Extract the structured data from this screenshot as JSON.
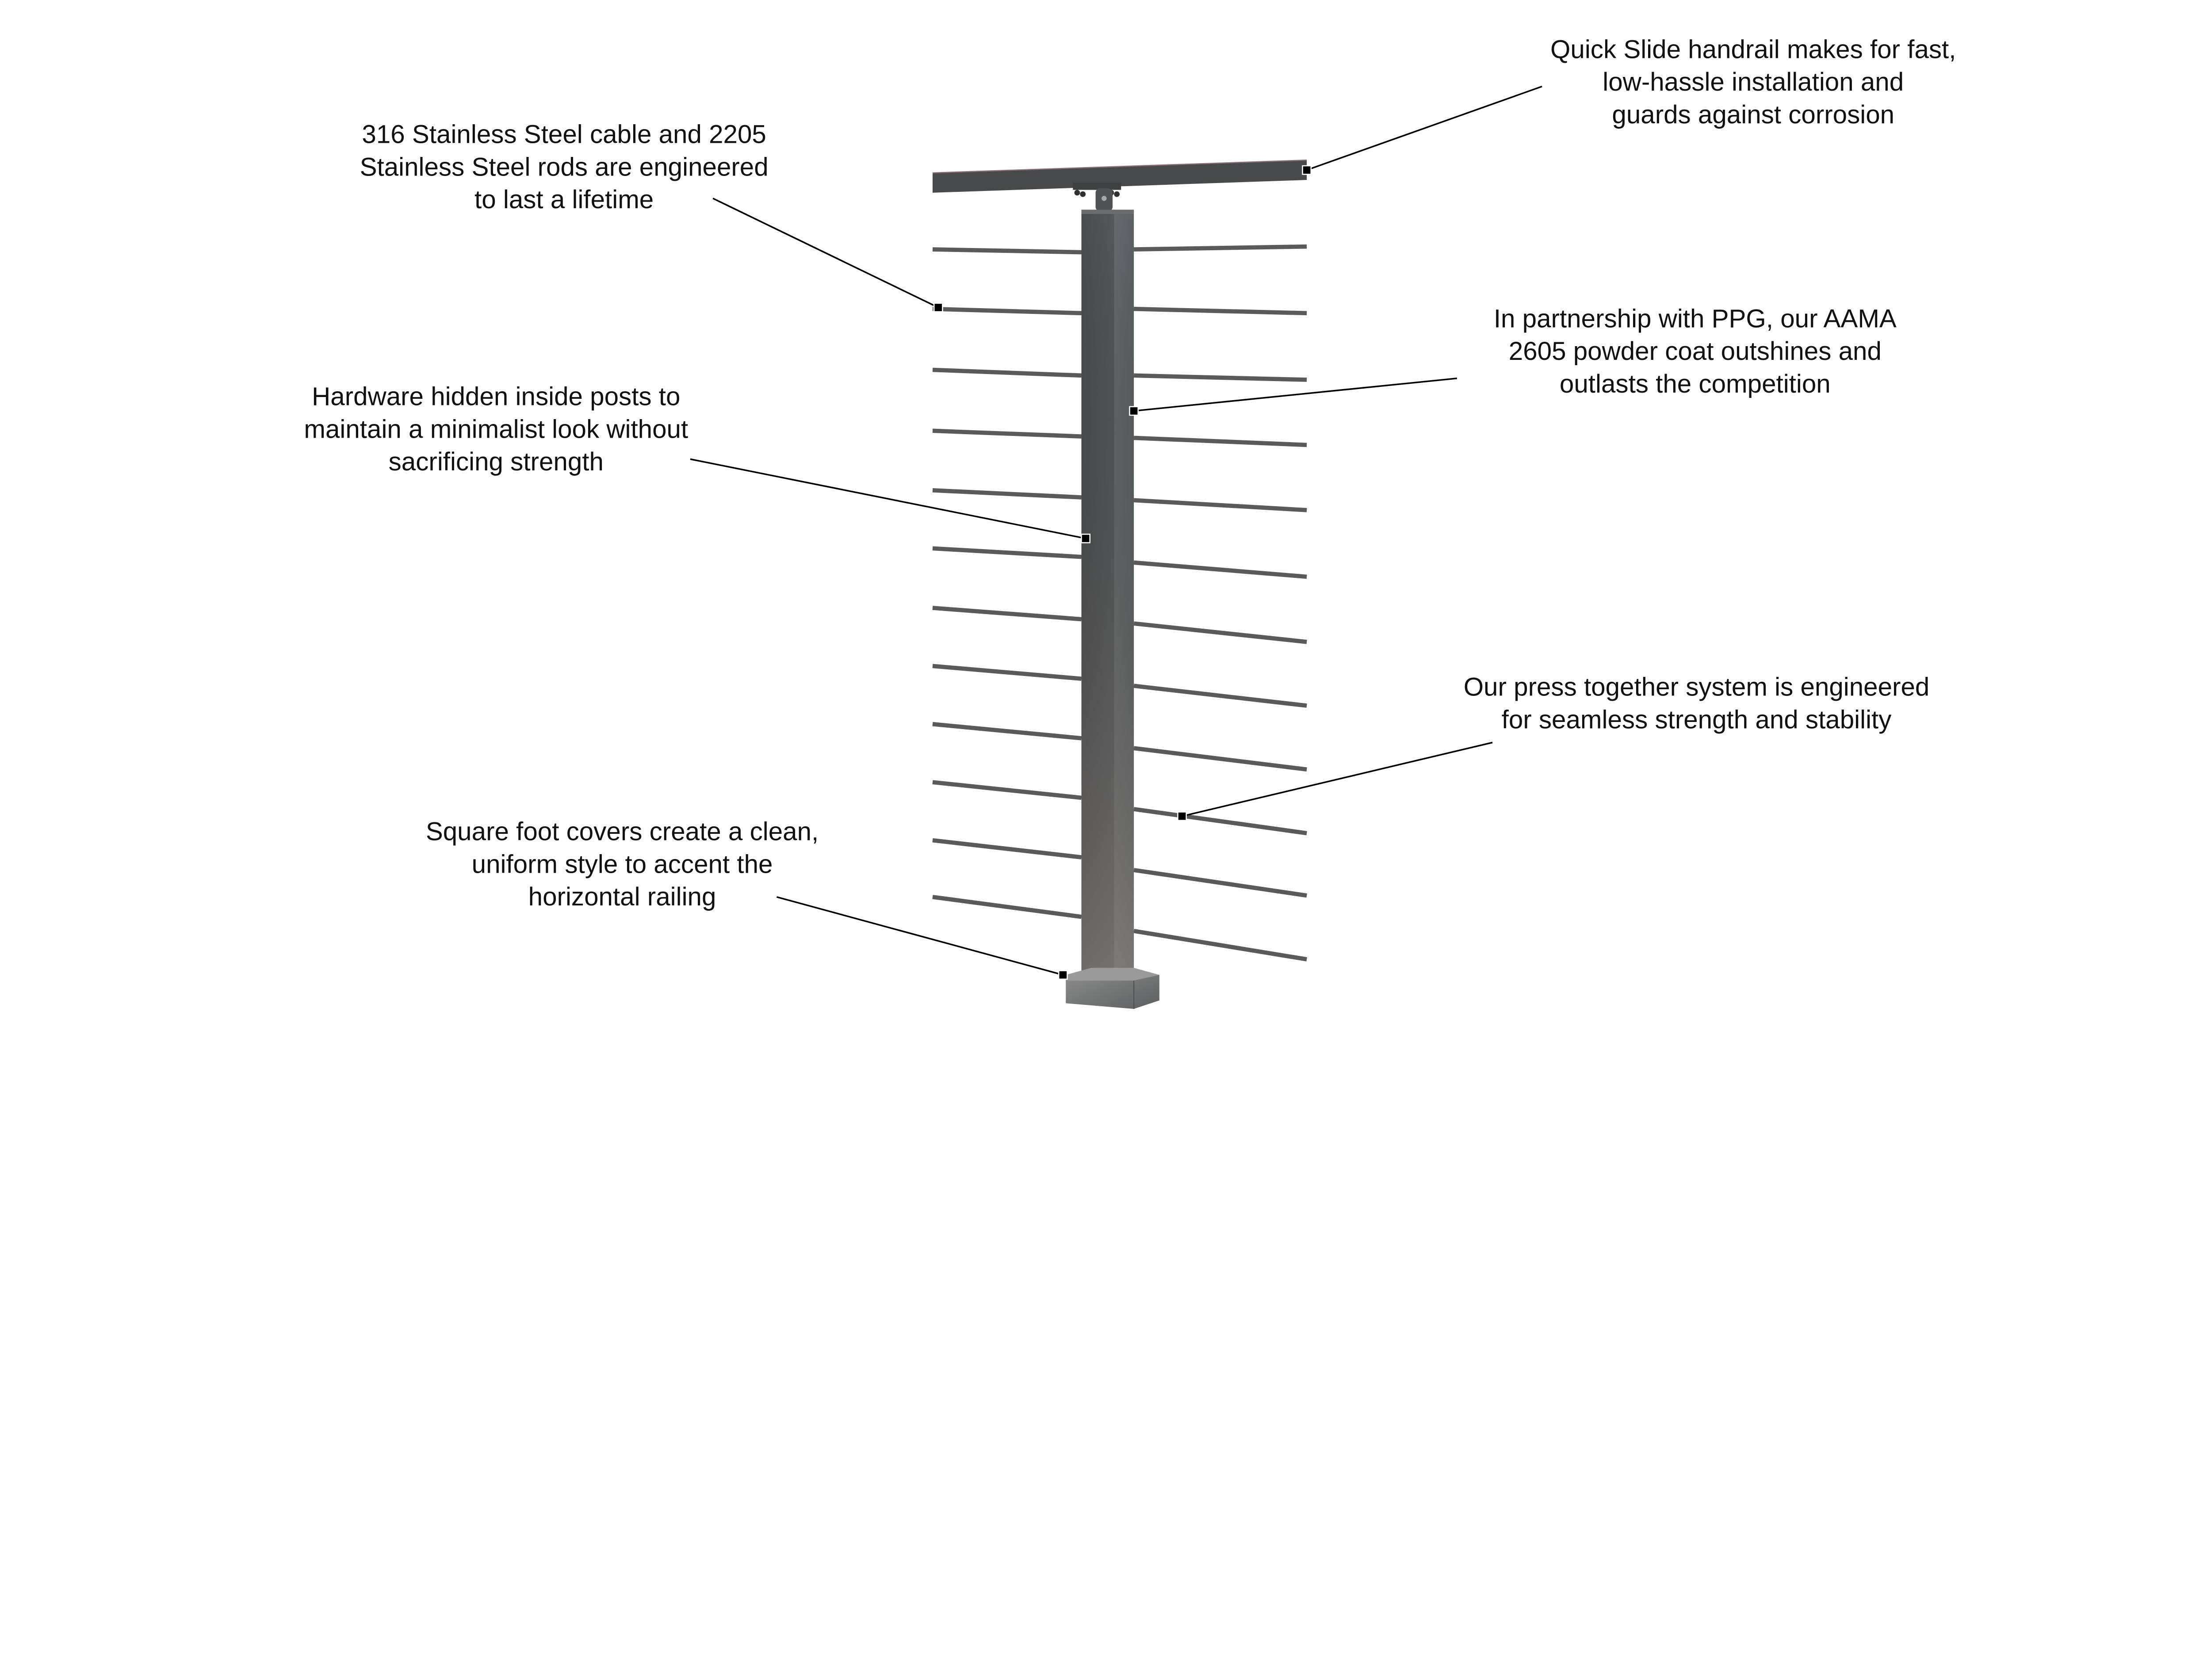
{
  "colors": {
    "rail": "#47494b",
    "post_front": "#4e5052",
    "post_side": "#5f6567",
    "rod": "#5a5a5c",
    "leader": "#000000",
    "text": "#111111"
  },
  "callouts": [
    {
      "id": "handrail",
      "lines": [
        "Quick Slide handrail makes for fast,",
        "low-hassle installation and",
        "guards against corrosion"
      ]
    },
    {
      "id": "rods",
      "lines": [
        "316 Stainless Steel cable and 2205",
        "Stainless Steel rods are engineered",
        "to last a lifetime"
      ]
    },
    {
      "id": "powder-coat",
      "lines": [
        "In partnership with PPG, our AAMA",
        "2605 powder coat outshines and",
        "outlasts the competition"
      ]
    },
    {
      "id": "hardware",
      "lines": [
        "Hardware hidden inside posts to",
        "maintain a minimalist look without",
        "sacrificing strength"
      ]
    },
    {
      "id": "press-together",
      "lines": [
        "Our press together system is engineered",
        "for seamless strength and stability"
      ]
    },
    {
      "id": "foot-covers",
      "lines": [
        "Square foot covers create a clean,",
        "uniform style to accent the",
        "horizontal railing"
      ]
    }
  ]
}
